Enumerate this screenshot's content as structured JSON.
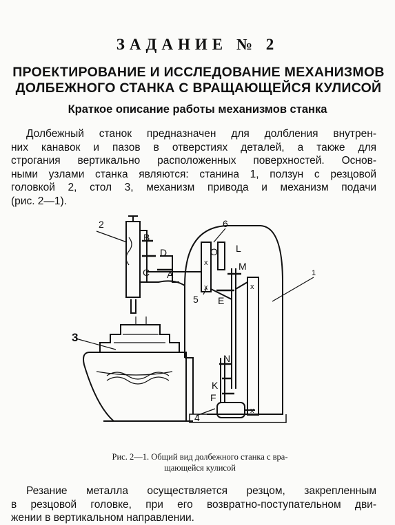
{
  "task_title": "ЗАДАНИЕ № 2",
  "main_heading": {
    "line1": "ПРОЕКТИРОВАНИЕ И ИССЛЕДОВАНИЕ МЕХАНИЗМОВ",
    "line2": "ДОЛБЕЖНОГО СТАНКА С ВРАЩАЮЩЕЙСЯ КУЛИСОЙ"
  },
  "sub_heading": "Краткое описание работы механизмов станка",
  "paragraph1": [
    "Долбежный станок предназначен для долбления внутрен-",
    "них канавок и пазов в отверстиях деталей, а также для",
    "строгания вертикально расположенных поверхностей. Основ-",
    "ными узлами станка являются: станина 1, ползун с резцовой",
    "головкой 2, стол 3, механизм привода и механизм подачи",
    "(рис. 2—1)."
  ],
  "figure": {
    "labels": {
      "num_1": "1",
      "num_2": "2",
      "num_3": "3",
      "num_4": "4",
      "num_5": "5",
      "num_6": "6",
      "B": "B",
      "C": "C",
      "D": "D",
      "A": "A",
      "O": "O",
      "L": "L",
      "M": "M",
      "E": "E",
      "N": "N",
      "K": "K",
      "F": "F",
      "x": "x"
    }
  },
  "caption": {
    "line1": "Рис. 2—1. Общий вид долбежного станка с вра-",
    "line2": "щающейся кулисой"
  },
  "paragraph2": [
    "Резание металла осуществляется резцом, закрепленным",
    "в резцовой головке, при его возвратно-поступательном дви-",
    "жении в вертикальном направлении."
  ]
}
